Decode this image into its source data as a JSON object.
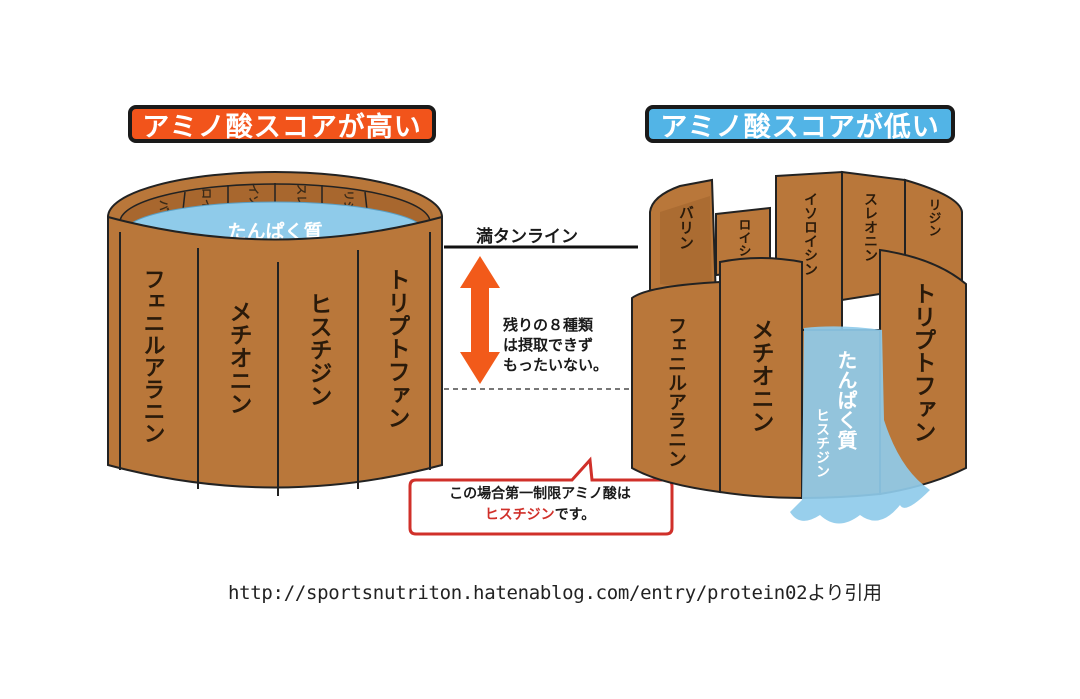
{
  "titles": {
    "high": "アミノ酸スコアが高い",
    "low": "アミノ酸スコアが低い",
    "high_color": "#f2541b",
    "low_color": "#52b4e6"
  },
  "left_barrel": {
    "water_label": "たんぱく質",
    "back_staves": [
      "バリン",
      "ロイシン",
      "イソロイシン",
      "スレオニン",
      "リジン"
    ],
    "front_staves": [
      "フェニルアラニン",
      "メチオニン",
      "ヒスチジン",
      "トリプトファン"
    ]
  },
  "right_barrel": {
    "back_staves": [
      "バリン",
      "ロイシン",
      "イソロイシン",
      "スレオニン",
      "リジン"
    ],
    "front_staves": [
      "フェニルアラニン",
      "メチオニン",
      "ヒスチジン",
      "トリプトファン"
    ],
    "water_label": "たんぱく質"
  },
  "center": {
    "full_line_label": "満タンライン",
    "remaining_note": [
      "残りの８種類",
      "は摂取できず",
      "もったいない。"
    ]
  },
  "callout": {
    "line1": "この場合第一制限アミノ酸は",
    "highlight": "ヒスチジン",
    "line2_suffix": "です。"
  },
  "source_caption": "http://sportsnutriton.hatenablog.com/entry/protein02より引用",
  "colors": {
    "wood": "#b9773a",
    "wood_dark": "#8a5220",
    "water": "#8fcbea",
    "arrow": "#f25a1a"
  }
}
